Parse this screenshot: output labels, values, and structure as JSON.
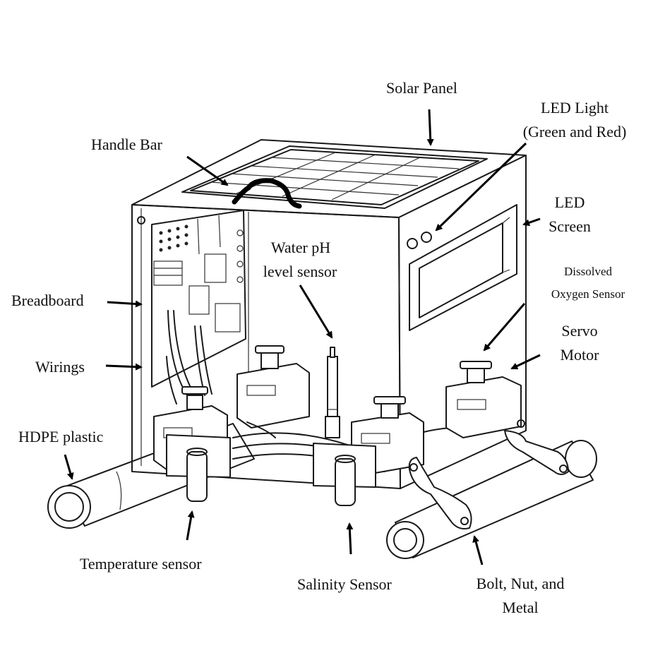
{
  "labels": {
    "solar_panel": "Solar Panel",
    "led_light_1": "LED Light",
    "led_light_2": "(Green and Red)",
    "handle_bar": "Handle Bar",
    "led_screen_1": "LED",
    "led_screen_2": "Screen",
    "water_ph_1": "Water pH",
    "water_ph_2": "level sensor",
    "dissolved_oxygen_1": "Dissolved",
    "dissolved_oxygen_2": "Oxygen Sensor",
    "breadboard": "Breadboard",
    "servo_motor_1": "Servo",
    "servo_motor_2": "Motor",
    "wirings": "Wirings",
    "hdpe_plastic": "HDPE plastic",
    "temperature_sensor": "Temperature sensor",
    "salinity_sensor": "Salinity Sensor",
    "bolt_nut_metal_1": "Bolt, Nut, and",
    "bolt_nut_metal_2": "Metal"
  },
  "colors": {
    "ink": "#1a1a1a",
    "background": "#ffffff"
  }
}
